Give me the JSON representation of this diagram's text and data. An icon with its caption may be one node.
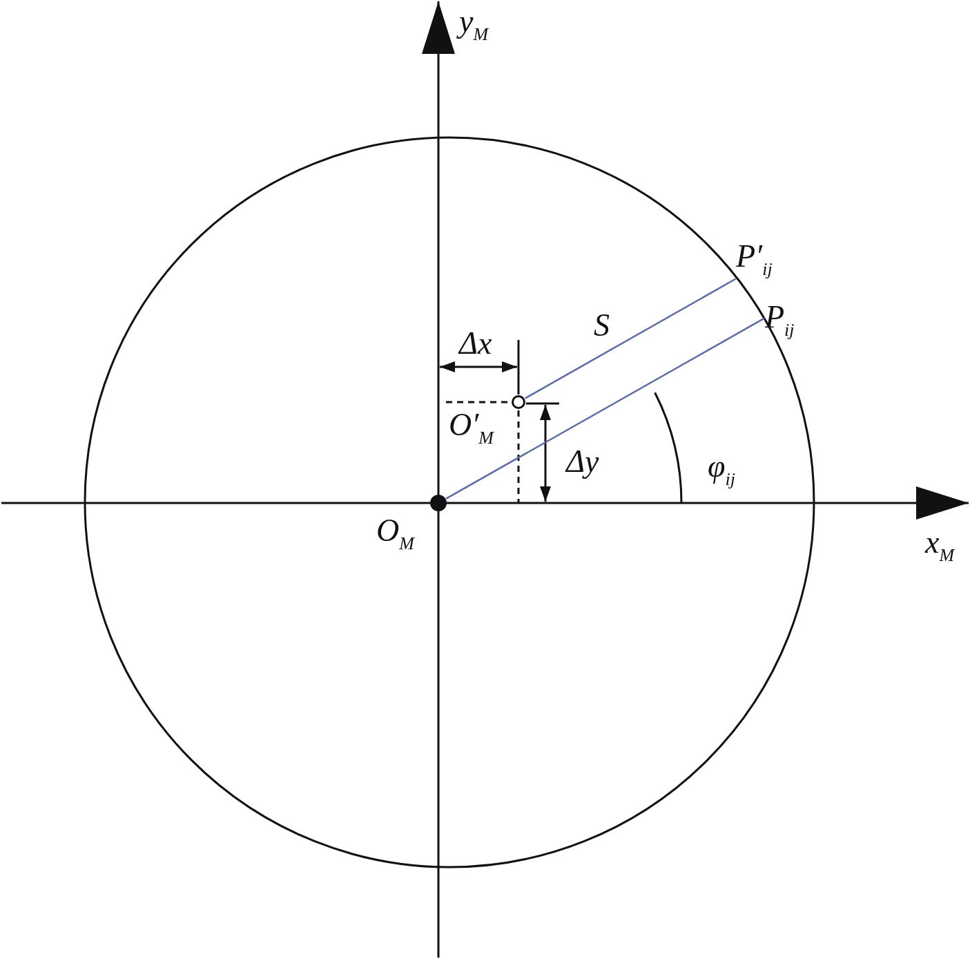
{
  "diagram": {
    "nodes": [
      {
        "text": [
          "P′$_{ij}$"
        ]
      },
      {
        "text": [
          "P$_{ij}$"
        ]
      },
      {
        "text": [],
        "shape": "circle",
        "beside": [
          "O′$_{M}$"
        ]
      },
      {
        "text": [],
        "shape": "circle",
        "beside": [
          "O$_{M}$"
        ]
      }
    ],
    "edges": [
      {
        "from": 3,
        "to": 1,
        "arrow": "none"
      },
      {
        "from": 2,
        "to": 0,
        "arrow": "none"
      }
    ],
    "labels": [
      "y$_{M}$",
      "S",
      "Δx",
      "Δy",
      "φ$_{ij}$",
      "x$_{M}$"
    ]
  }
}
